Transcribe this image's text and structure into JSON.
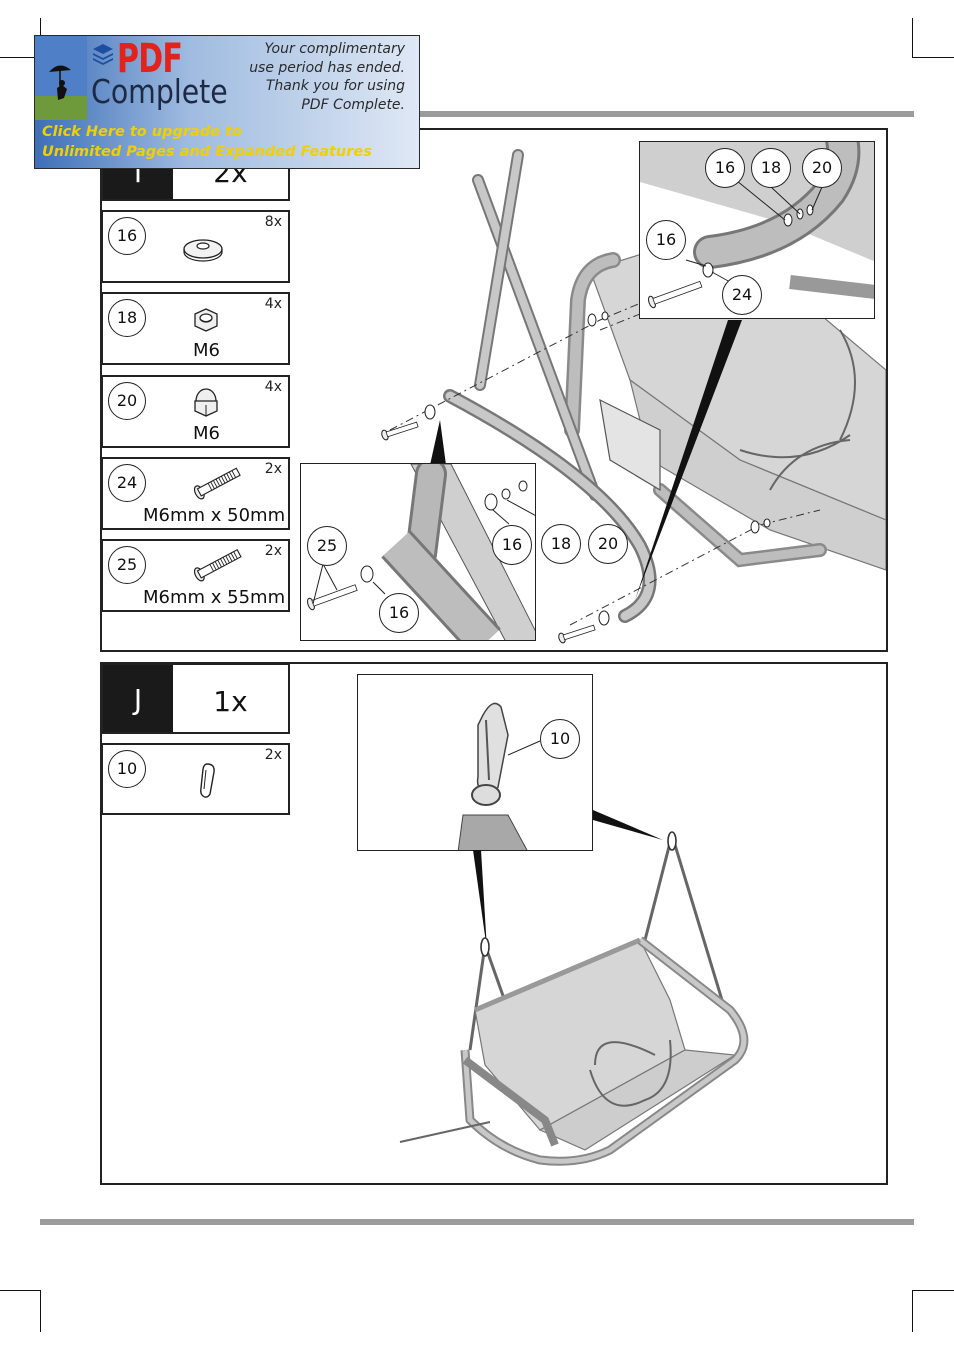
{
  "banner": {
    "brand_top": "PDF",
    "brand_bottom": "Complete",
    "message_lines": [
      "Your complimentary",
      "use period has ended.",
      "Thank you for using",
      "PDF Complete."
    ],
    "upgrade_lines": [
      "Click Here to upgrade to",
      "Unlimited Pages and Expanded Features"
    ]
  },
  "step_i": {
    "letter": "I",
    "count": "2x",
    "parts": [
      {
        "num": "16",
        "qty": "8x",
        "label": "",
        "icon": "washer-icon"
      },
      {
        "num": "18",
        "qty": "4x",
        "label": "M6",
        "icon": "hex-nut-icon"
      },
      {
        "num": "20",
        "qty": "4x",
        "label": "M6",
        "icon": "cap-nut-icon"
      },
      {
        "num": "24",
        "qty": "2x",
        "label": "M6mm x 50mm",
        "icon": "bolt-icon"
      },
      {
        "num": "25",
        "qty": "2x",
        "label": "M6mm x 55mm",
        "icon": "bolt-icon"
      }
    ],
    "inset_top_callouts": [
      "16",
      "18",
      "20",
      "16",
      "24"
    ],
    "inset_bottom_callouts": [
      "25",
      "16",
      "16",
      "18",
      "20"
    ]
  },
  "step_j": {
    "letter": "J",
    "count": "1x",
    "parts": [
      {
        "num": "10",
        "qty": "2x",
        "label": "",
        "icon": "carabiner-icon"
      }
    ],
    "inset_callout": "10"
  },
  "colors": {
    "rule": "#9c9c9c",
    "frame": "#9a9a9a",
    "fabric": "#d4d4d4",
    "header_fill": "#1a1a1a",
    "banner_link": "#f0d000",
    "banner_logo": "#e3221c"
  }
}
